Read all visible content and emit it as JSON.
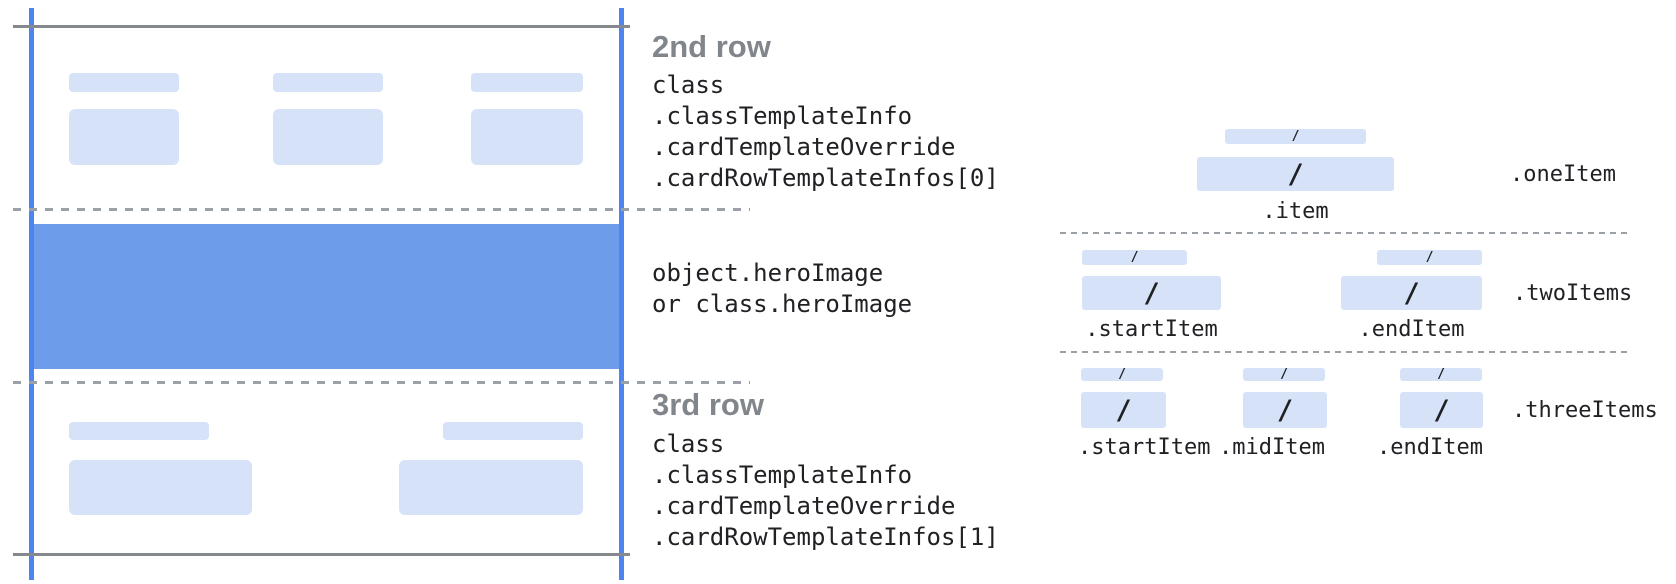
{
  "palette": {
    "guide_line_blue": "#4d84f0",
    "hero_image_blue": "#6d9ceb",
    "placeholder_light_blue": "#d6e2f8",
    "solid_line_gray": "#85898d",
    "dashed_line_gray": "#9aa0a6",
    "heading_gray": "#80868b",
    "code_text_dark": "#202124"
  },
  "card": {
    "row2": {
      "heading": "2nd row",
      "code_lines": [
        "class",
        ".classTemplateInfo",
        ".cardTemplateOverride",
        ".cardRowTemplateInfos[0]"
      ]
    },
    "hero": {
      "code_lines": [
        "object.heroImage",
        "or class.heroImage"
      ]
    },
    "row3": {
      "heading": "3rd row",
      "code_lines": [
        "class",
        ".classTemplateInfo",
        ".cardTemplateOverride",
        ".cardRowTemplateInfos[1]"
      ]
    }
  },
  "items_diagram": {
    "slash": "/",
    "rows": [
      {
        "name": ".oneItem",
        "items": [
          {
            "label": ".item"
          }
        ]
      },
      {
        "name": ".twoItems",
        "items": [
          {
            "label": ".startItem"
          },
          {
            "label": ".endItem"
          }
        ]
      },
      {
        "name": ".threeItems",
        "items": [
          {
            "label": ".startItem"
          },
          {
            "label": ".midItem"
          },
          {
            "label": ".endItem"
          }
        ]
      }
    ]
  }
}
